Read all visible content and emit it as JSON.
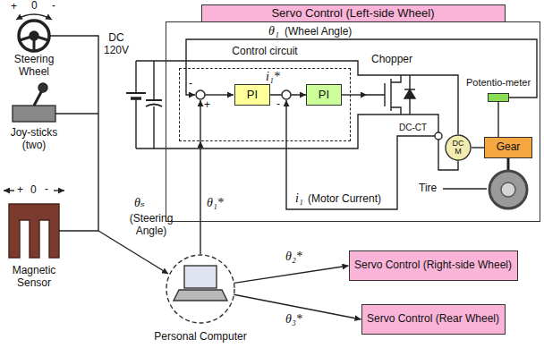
{
  "diagram": {
    "nodes": [
      {
        "text": [
          "Servo Control (Left-side Wheel)"
        ]
      },
      {
        "text": [
          "Control circuit"
        ],
        "in": 0
      },
      {
        "text": [
          "PI"
        ],
        "in": 1
      },
      {
        "text": [
          "PI"
        ],
        "in": 1
      },
      {
        "text": [
          "Chopper"
        ],
        "in": 0
      },
      {
        "text": [
          "DC M"
        ],
        "in": 0
      },
      {
        "text": [
          "Gear"
        ],
        "in": 0
      },
      {
        "text": [
          "Potentio-meter"
        ],
        "in": 0
      },
      {
        "text": [
          "Personal Computer"
        ]
      },
      {
        "text": [
          "Servo Control (Right-side Wheel)"
        ]
      },
      {
        "text": [
          "Servo Control (Rear Wheel)"
        ]
      }
    ],
    "edges": [
      {
        "from": 8,
        "to": 1,
        "arrow": "to",
        "label": "θ₁*"
      },
      {
        "from": 8,
        "to": 9,
        "arrow": "to",
        "label": "θ₂*"
      },
      {
        "from": 8,
        "to": 10,
        "arrow": "to",
        "label": "θ₃*"
      },
      {
        "from": 2,
        "to": 3,
        "arrow": "to"
      },
      {
        "from": 3,
        "to": 4,
        "arrow": "to"
      },
      {
        "from": 4,
        "to": 5,
        "arrow": "none"
      },
      {
        "from": 5,
        "to": 6,
        "arrow": "none"
      },
      {
        "from": 6,
        "to": 7,
        "arrow": "none"
      }
    ],
    "labels": [
      "+",
      "0",
      "-",
      "Steering Wheel",
      "Joy-sticks (two)",
      "+",
      "0",
      "-",
      "Magnetic Sensor",
      "DC 120V",
      "θ₁",
      "(Wheel Angle)",
      "i₁*",
      "-",
      "+",
      "-",
      "DC-CT",
      "i₁",
      "(Motor Current)",
      "Tire",
      "θₛ",
      "(Steering Angle)"
    ]
  }
}
